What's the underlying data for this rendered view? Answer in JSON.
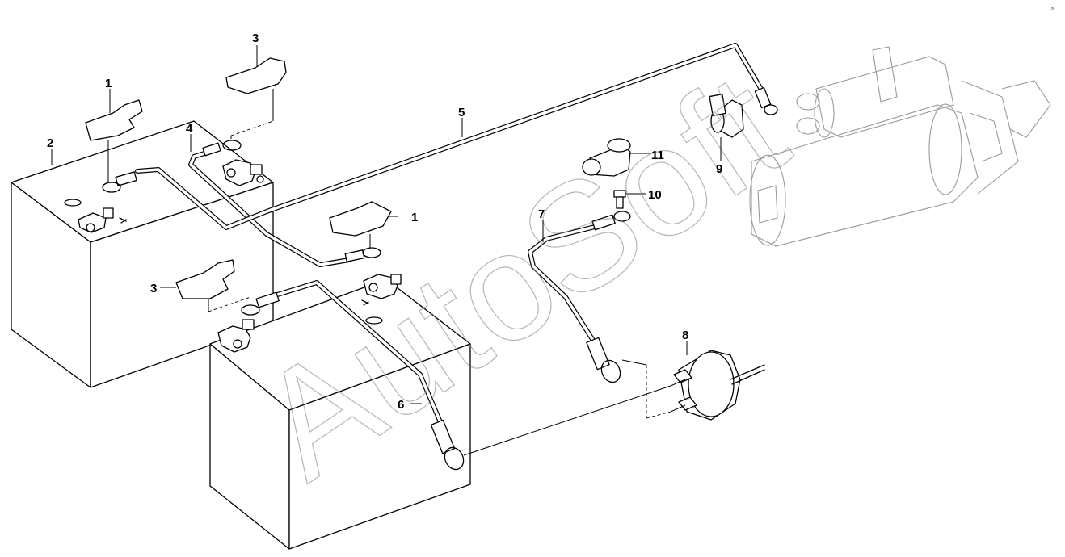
{
  "watermark": "AutoSoft",
  "corner_mark": "↗",
  "callouts": {
    "c1a": "1",
    "c1b": "1",
    "c2": "2",
    "c3a": "3",
    "c3b": "3",
    "c4": "4",
    "c5": "5",
    "c6": "6",
    "c7": "7",
    "c8": "8",
    "c9": "9",
    "c10": "10",
    "c11": "11"
  }
}
